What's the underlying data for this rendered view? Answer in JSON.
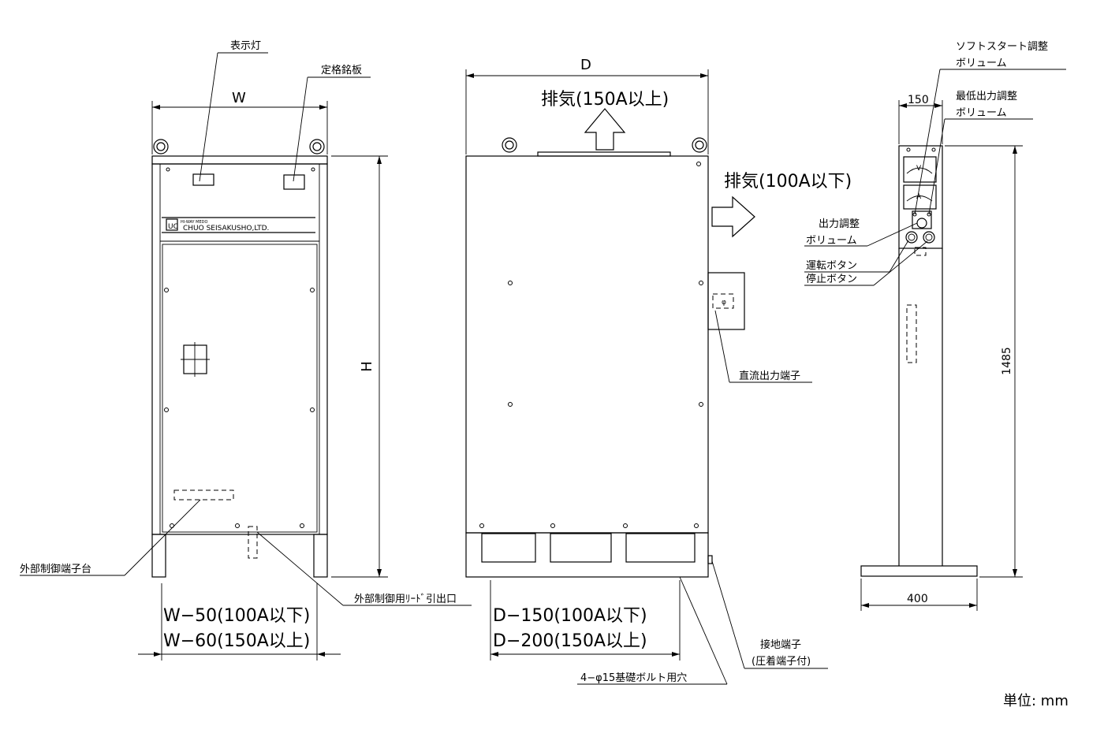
{
  "front_view": {
    "width_dim": "W",
    "height_dim": "H",
    "indicator_lamp": "表示灯",
    "rating_plate": "定格銘板",
    "logo_text": "UC",
    "logo_small": "HI-WAY MEDO",
    "company": "CHUO SEISAKUSHO,LTD.",
    "terminal_block": "外部制御端子台",
    "lead_outlet": "外部制御用ﾘｰﾄﾞ引出口",
    "bottom_dim_1": "W−50(100A以下)",
    "bottom_dim_2": "W−60(150A以上)"
  },
  "side_view": {
    "depth_dim": "D",
    "exhaust_top": "排気(150A以上)",
    "exhaust_side": "排気(100A以下)",
    "dc_output": "直流出力端子",
    "ground_1": "接地端子",
    "ground_2": "(圧着端子付)",
    "bolt_holes": "4−φ15基礎ボルト用穴",
    "bottom_dim_1": "D−150(100A以下)",
    "bottom_dim_2": "D−200(150A以上)"
  },
  "panel_view": {
    "soft_start_1": "ソフトスタート調整",
    "soft_start_2": "ボリューム",
    "min_output_1": "最低出力調整",
    "min_output_2": "ボリューム",
    "output_adj_1": "出力調整",
    "output_adj_2": "ボリューム",
    "run_button": "運転ボタン",
    "stop_button": "停止ボタン",
    "meter_v": "V",
    "meter_a": "A",
    "width_dim": "150",
    "height_dim": "1485",
    "base_dim": "400"
  },
  "unit_label": "単位: mm"
}
